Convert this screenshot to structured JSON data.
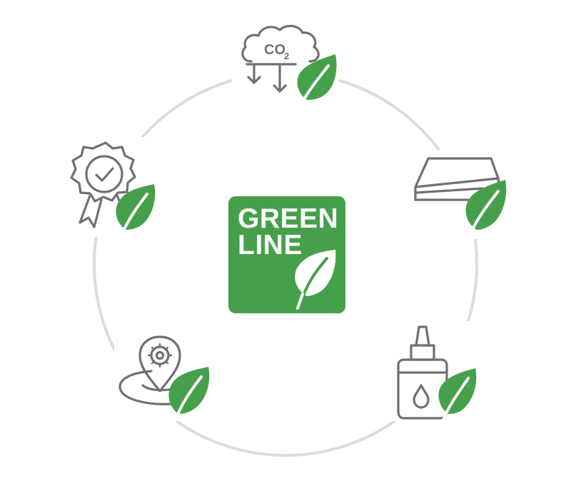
{
  "logo": {
    "line1": "GREEN",
    "line2": "LINE"
  },
  "nodes": [
    {
      "icon": "co2-reduction-icon",
      "text": "CO",
      "subscript": "2"
    },
    {
      "icon": "panel-board-icon"
    },
    {
      "icon": "adhesive-bottle-icon"
    },
    {
      "icon": "local-production-location-icon"
    },
    {
      "icon": "certificate-award-icon"
    }
  ],
  "colors": {
    "brand_green": "#46a04b",
    "icon_gray": "#707070",
    "ring_gray": "#dcdcdc",
    "background": "#ffffff"
  }
}
